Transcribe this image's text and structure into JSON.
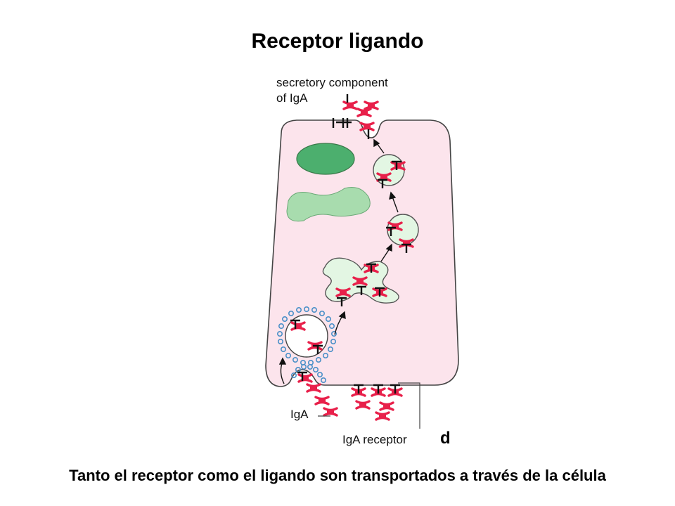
{
  "title": "Receptor ligando",
  "labels": {
    "secretory_line1": "secretory component",
    "secretory_line2": "of IgA",
    "iga": "IgA",
    "iga_receptor": "IgA receptor",
    "panel_letter": "d"
  },
  "caption": "Tanto el receptor como el ligando son transportados a través de la célula",
  "colors": {
    "cell_fill": "#fce4ec",
    "vesicle_fill": "#e3f6e3",
    "nucleus_dark": "#4caf6e",
    "nucleus_light": "#a8dcae",
    "iga_red": "#e8204a",
    "clathrin_blue": "#4a90c8"
  }
}
